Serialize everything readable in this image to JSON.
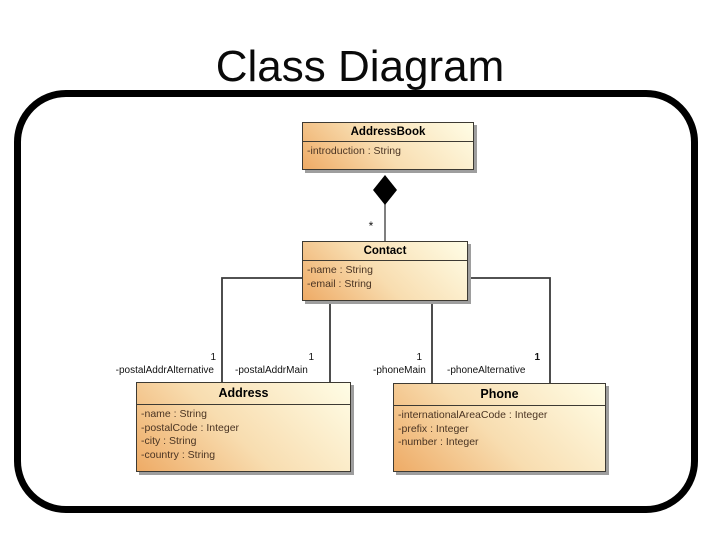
{
  "slide": {
    "title": "Class Diagram"
  },
  "diagram": {
    "classes": [
      {
        "name": "AddressBook",
        "attributes": [
          "-introduction : String"
        ]
      },
      {
        "name": "Contact",
        "attributes": [
          "-name : String",
          "-email : String"
        ]
      },
      {
        "name": "Address",
        "attributes": [
          "-name : String",
          "-postalCode : Integer",
          "-city : String",
          "-country : String"
        ]
      },
      {
        "name": "Phone",
        "attributes": [
          "-internationalAreaCode : Integer",
          "-prefix : Integer",
          "-number : Integer"
        ]
      }
    ],
    "composition": {
      "multiplicity": "*"
    },
    "associations": [
      {
        "label": "-postalAddrAlternative",
        "multiplicity": "1"
      },
      {
        "label": "-postalAddrMain",
        "multiplicity": "1"
      },
      {
        "label": "-phoneMain",
        "multiplicity": "1"
      },
      {
        "label": "-phoneAlternative",
        "multiplicity": "1"
      }
    ],
    "colors": {
      "box_gradient_light": "#fffde6",
      "box_gradient_dark": "#eeab66",
      "box_border": "#3d3a33",
      "box_shadow": "#9e9e9e",
      "line": "#3a3a3a",
      "diamond_fill": "#000000",
      "attribute_text": "#4a3423",
      "title_text": "#000000"
    }
  }
}
